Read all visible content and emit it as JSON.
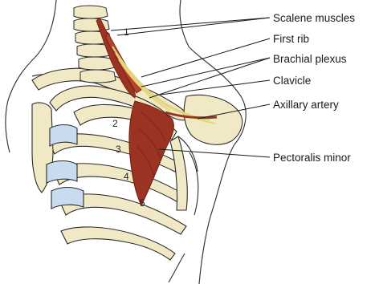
{
  "labels": {
    "scalene": "Scalene muscles",
    "first_rib": "First rib",
    "brachial": "Brachial plexus",
    "clavicle": "Clavicle",
    "axillary": "Axillary artery",
    "pectoralis": "Pectoralis minor"
  },
  "rib_numbers": [
    "1",
    "2",
    "3",
    "4",
    "5"
  ],
  "colors": {
    "bone": "#f1e9c6",
    "bone_shadow": "#dccf9c",
    "cartilage": "#c9dbee",
    "muscle": "#9b3322",
    "muscle_dark": "#6e2015",
    "nerve": "#e3d57c",
    "outline": "#2b2b2b",
    "skin_line": "#3a3a3a"
  }
}
